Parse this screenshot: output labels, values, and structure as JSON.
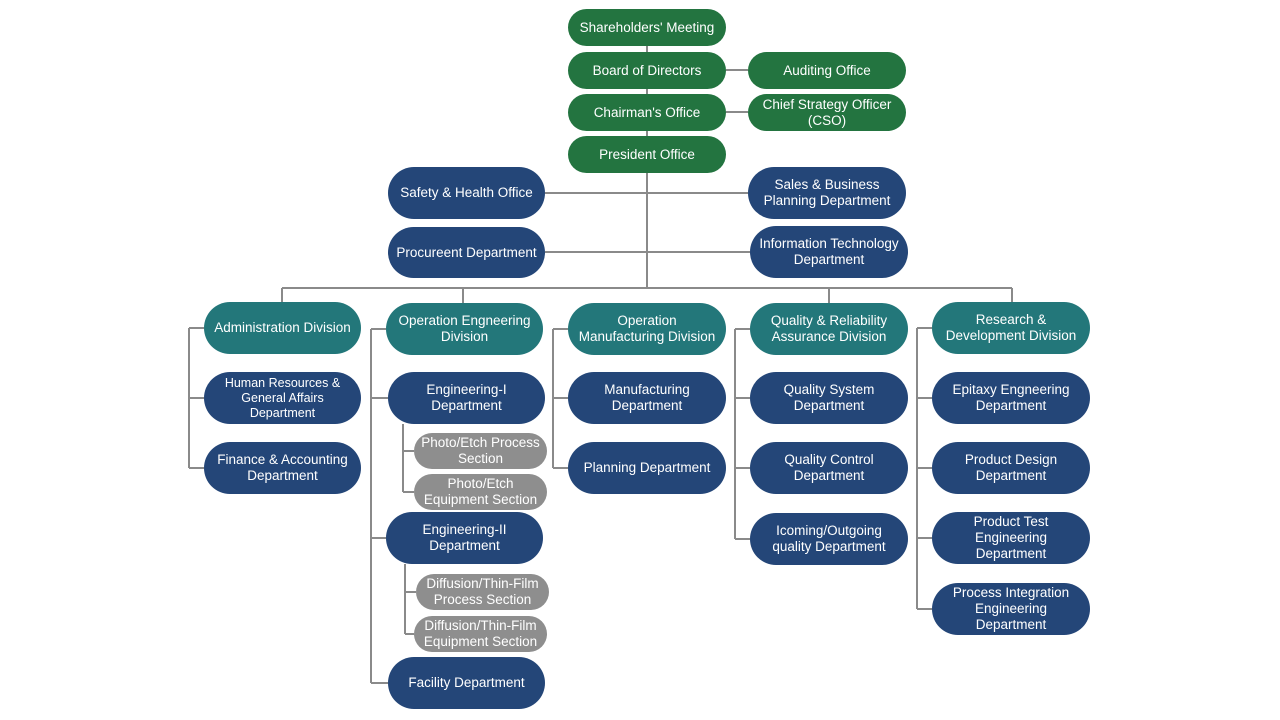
{
  "colors": {
    "leadership": "#237440",
    "department": "#244678",
    "division": "#23777A",
    "section": "#8E8E8E",
    "connector": "#8A8A8A"
  },
  "nodes": {
    "shareholders_meeting": "Shareholders' Meeting",
    "board_of_directors": "Board of Directors",
    "auditing_office": "Auditing Office",
    "chairmans_office": "Chairman's Office",
    "chief_strategy_officer": "Chief Strategy Officer\n(CSO)",
    "president_office": "President Office",
    "safety_health_office": "Safety & Health Office",
    "sales_business_planning": "Sales & Business\nPlanning Department",
    "procurement_department": "Procureent Department",
    "information_technology": "Information Technology\nDepartment",
    "administration_division": "Administration Division",
    "human_resources": "Human Resources &\nGeneral Affairs\nDepartment",
    "finance_accounting": "Finance & Accounting\nDepartment",
    "operation_engineering_division": "Operation Engneering\nDivision",
    "engineering_1": "Engineering-I\nDepartment",
    "photo_etch_process": "Photo/Etch Process\nSection",
    "photo_etch_equipment": "Photo/Etch\nEquipment Section",
    "engineering_2": "Engineering-II\nDepartment",
    "diffusion_process": "Diffusion/Thin-Film\nProcess Section",
    "diffusion_equipment": "Diffusion/Thin-Film\nEquipment Section",
    "facility_department": "Facility Department",
    "operation_manufacturing_division": "Operation\nManufacturing Division",
    "manufacturing_department": "Manufacturing\nDepartment",
    "planning_department": "Planning Department",
    "quality_reliability_division": "Quality & Reliability\nAssurance Division",
    "quality_system": "Quality System\nDepartment",
    "quality_control": "Quality Control\nDepartment",
    "incoming_outgoing": "Icoming/Outgoing\nquality Department",
    "research_development_division": "Research &\nDevelopment Division",
    "epitaxy_engineering": "Epitaxy Engneering\nDepartment",
    "product_design": "Product Design\nDepartment",
    "product_test_engineering": "Product Test\nEngineering\nDepartment",
    "process_integration": "Process Integration\nEngineering Department"
  }
}
